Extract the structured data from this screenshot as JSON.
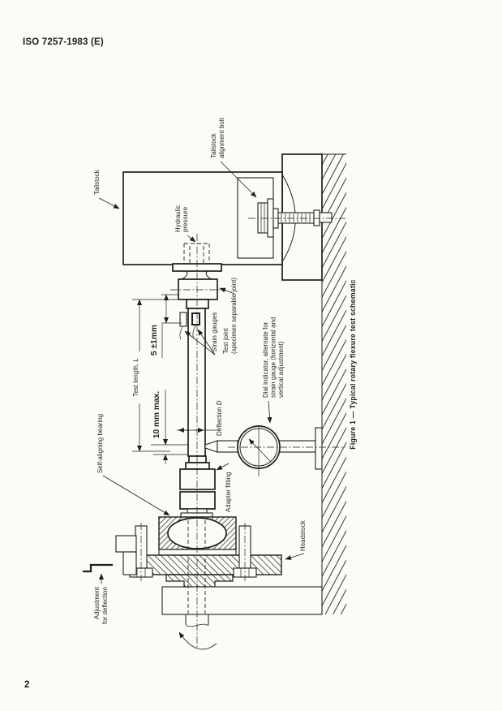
{
  "page": {
    "header": "ISO 7257-1983 (E)",
    "page_number": "2",
    "caption": "Figure 1 — Typical rotary flexure test schematic",
    "paper_color": "#fbfbf8",
    "ink_color": "#1f1f1f"
  },
  "labels": {
    "tailstock": "Tailstock",
    "alignment_bolt_line1": "Tailstock",
    "alignment_bolt_line2": "alignment bolt",
    "hydraulic_line1": "Hydraulic",
    "hydraulic_line2": "pressure",
    "strain_gauges": "Strain gauges",
    "test_joint_line1": "Test joint",
    "test_joint_line2": "(specimen separable joint)",
    "dial_line1": "Dial indicator, alternate for",
    "dial_line2": "strain gauge (horizontal and",
    "dial_line3": "vertical adjustment)",
    "self_aligning_bearing": "Self-aligning bearing",
    "adapter_fitting": "Adapter fitting",
    "headstock": "Headstock",
    "adjustment_line1": "Adjustment",
    "adjustment_line2": "for deflection"
  },
  "dimensions": {
    "gauge_offset": "5 ±1mm",
    "max_deflection": "10 mm max.",
    "test_length_text": "Test length, ",
    "test_length_symbol": "L",
    "deflection_text": "Deflection ",
    "deflection_symbol": "D"
  }
}
